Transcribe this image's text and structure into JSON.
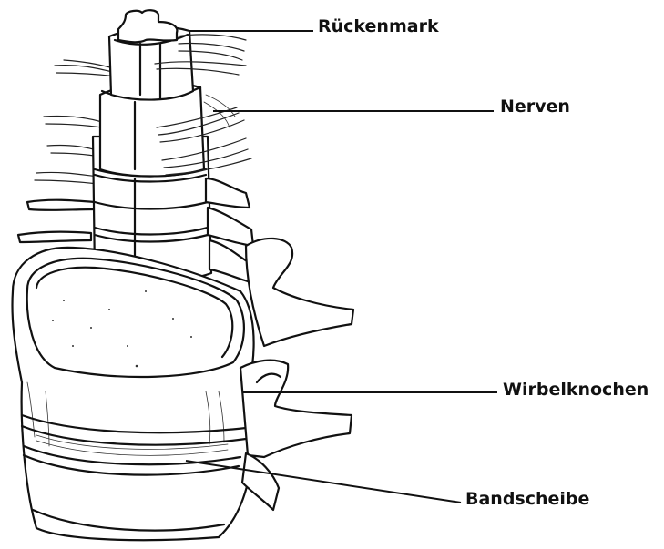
{
  "labels": {
    "spinal_cord": "Rückenmark",
    "nerves": "Nerven",
    "vertebra": "Wirbelknochen",
    "disc": "Bandscheibe"
  },
  "colors": {
    "ink": "#111111",
    "background": "#ffffff"
  }
}
